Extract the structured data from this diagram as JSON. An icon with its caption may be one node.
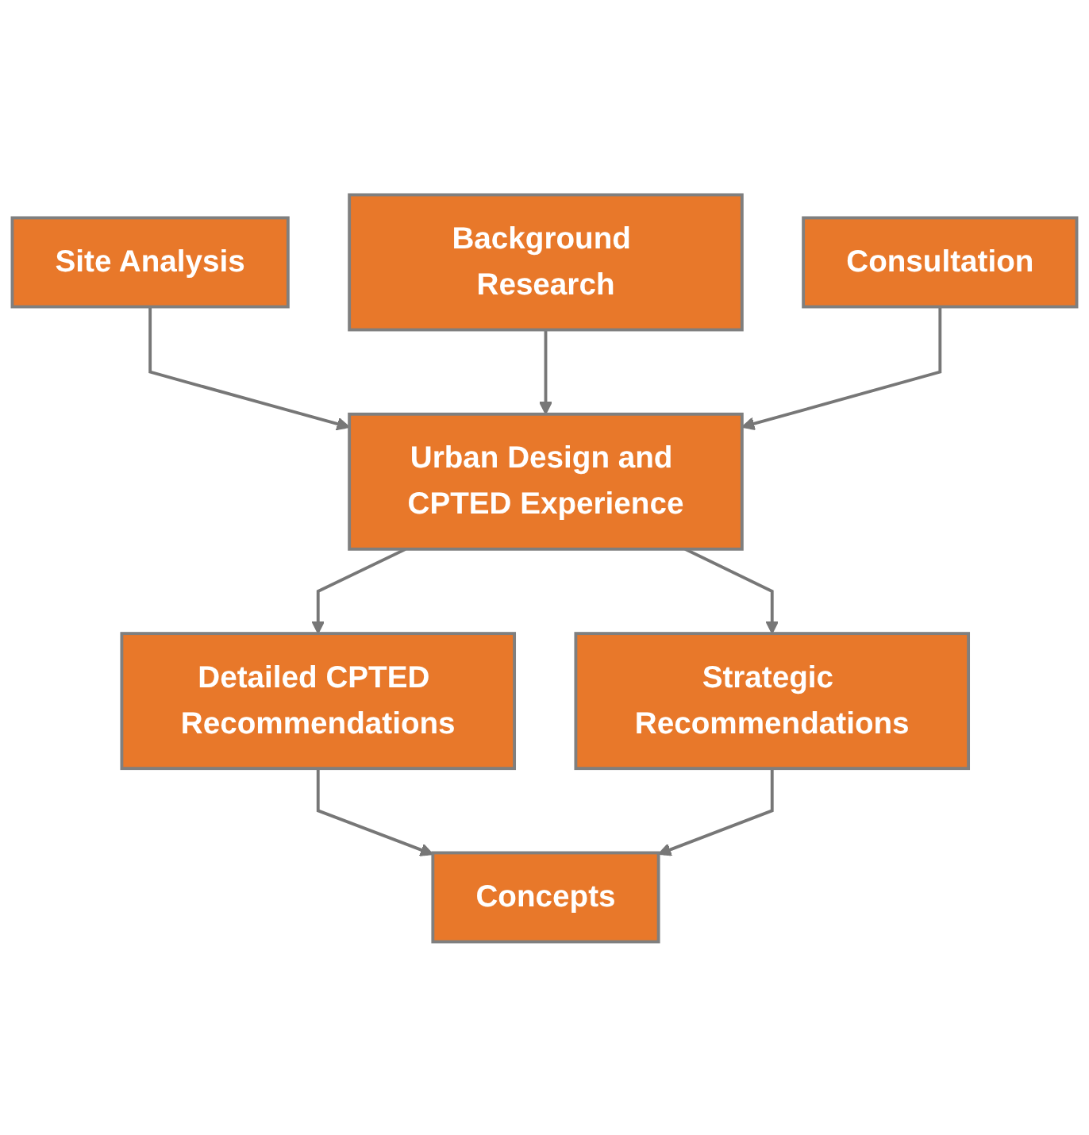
{
  "diagram": {
    "nodes": [
      {
        "text": [
          "Background Research"
        ]
      },
      {
        "text": [
          "Site Analysis"
        ]
      },
      {
        "text": [
          "Consultation"
        ]
      },
      {
        "text": [
          "Urban Design and CPTED Experience"
        ]
      },
      {
        "text": [
          "Detailed CPTED Recommendations"
        ]
      },
      {
        "text": [
          "Strategic Recommendations"
        ]
      },
      {
        "text": [
          "Concepts"
        ]
      }
    ],
    "edges": [
      {
        "from": 1,
        "to": 3,
        "arrow": "to"
      },
      {
        "from": 0,
        "to": 3,
        "arrow": "to"
      },
      {
        "from": 2,
        "to": 3,
        "arrow": "to"
      },
      {
        "from": 3,
        "to": 4,
        "arrow": "to"
      },
      {
        "from": 3,
        "to": 5,
        "arrow": "to"
      },
      {
        "from": 4,
        "to": 6,
        "arrow": "to"
      },
      {
        "from": 5,
        "to": 6,
        "arrow": "to"
      }
    ]
  }
}
